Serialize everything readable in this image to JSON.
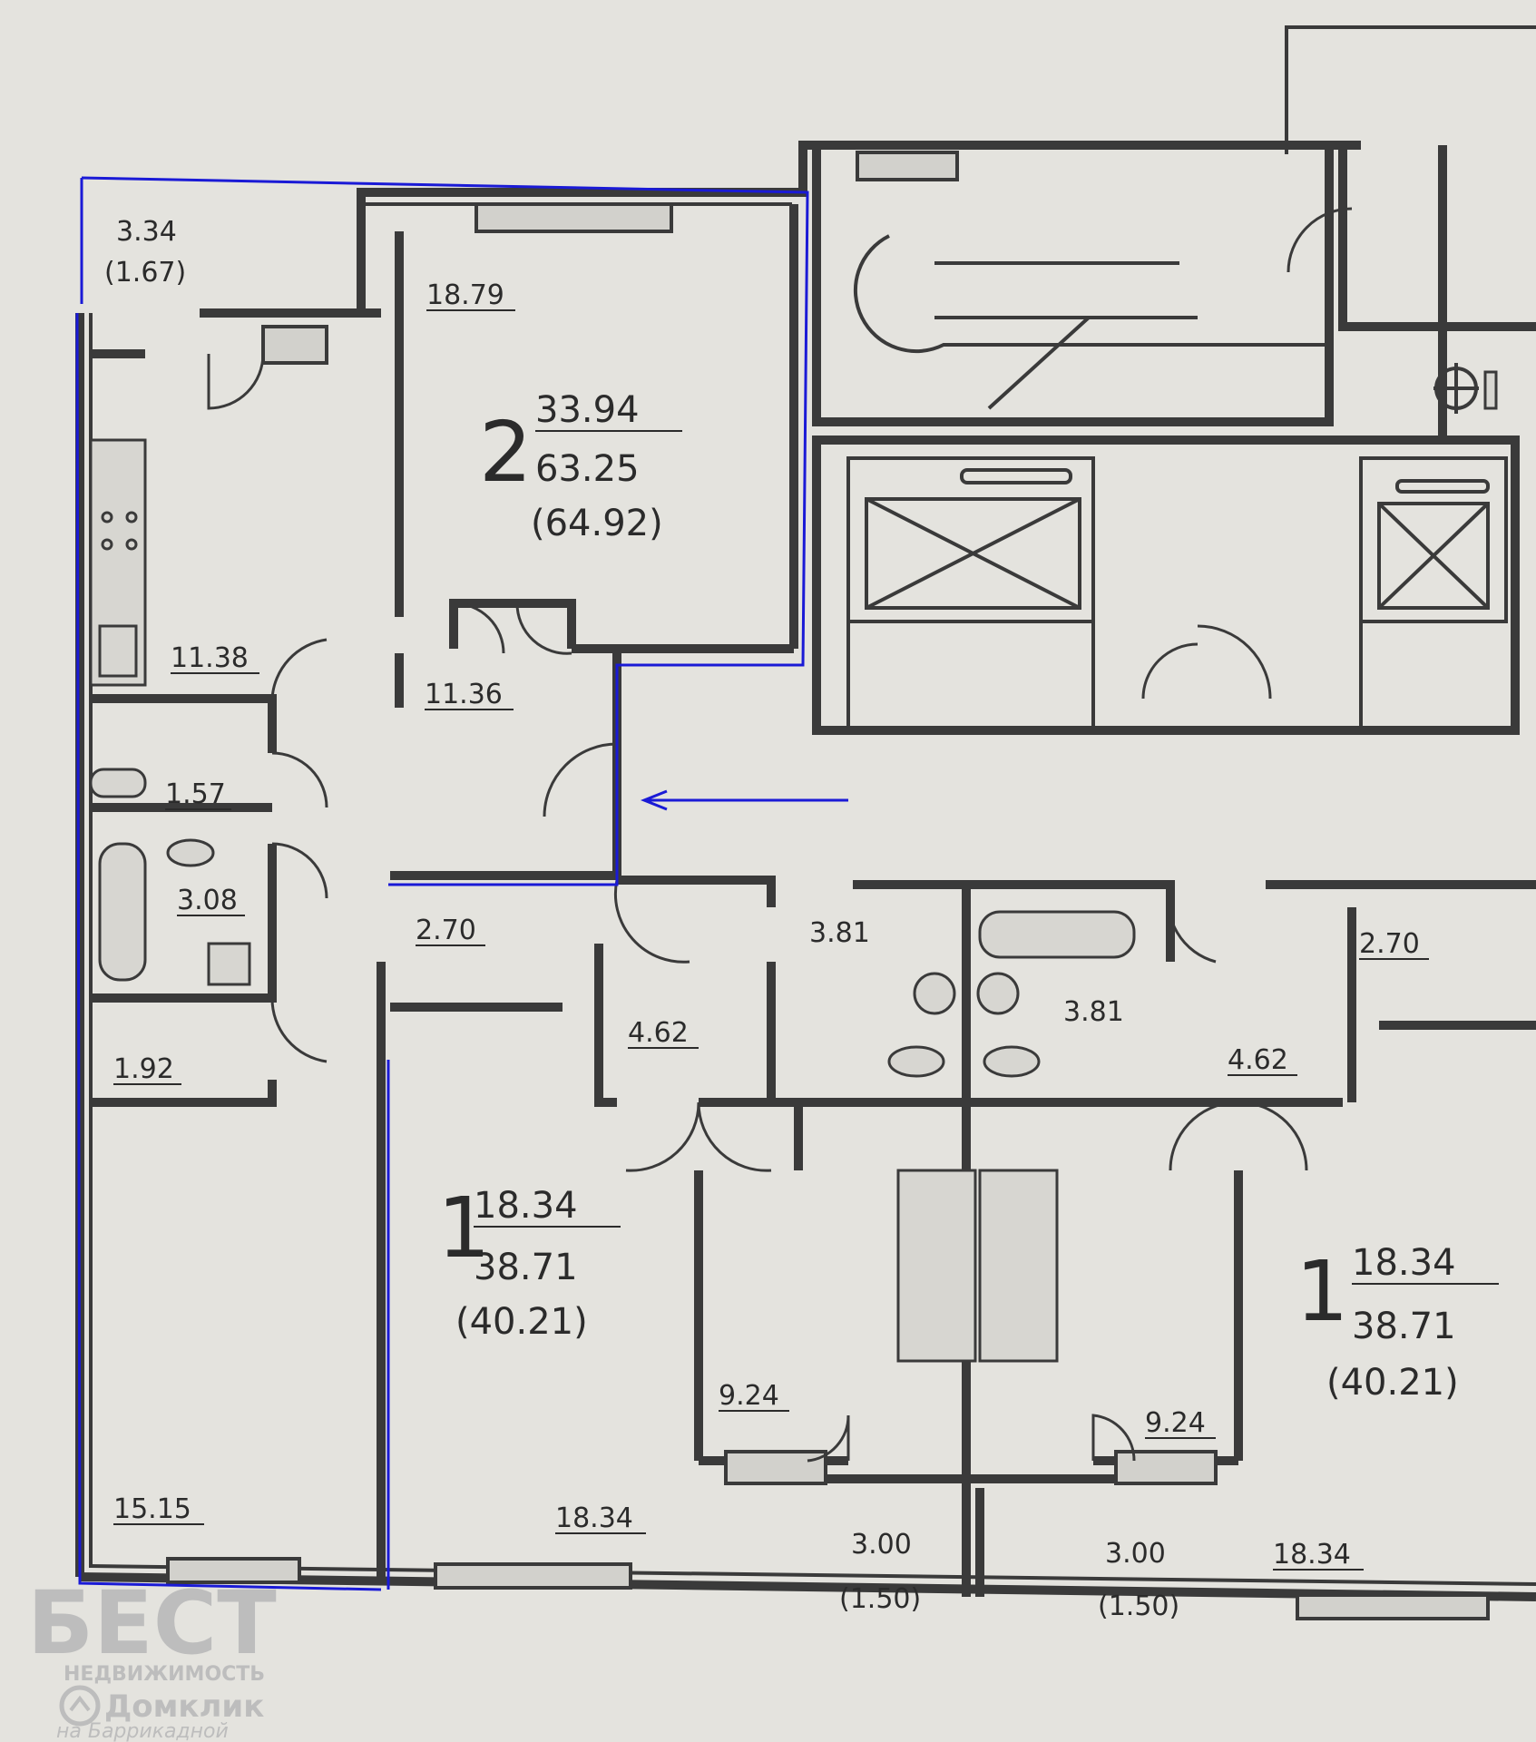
{
  "colors": {
    "paper": "#e4e3de",
    "ink": "#3a3a3a",
    "highlight": "#1a1ad6",
    "watermark": "#bdbdbd"
  },
  "apartments": [
    {
      "rooms": "2",
      "living": "33.94",
      "total": "63.25",
      "total_with_balcony": "(64.92)"
    },
    {
      "rooms": "1",
      "living": "18.34",
      "total": "38.71",
      "total_with_balcony": "(40.21)"
    },
    {
      "rooms": "1",
      "living": "18.34",
      "total": "38.71",
      "total_with_balcony": "(40.21)"
    }
  ],
  "areas": {
    "balcony_a": "3.34",
    "balcony_a_red": "(1.67)",
    "room_a": "18.79",
    "kitchen_a": "11.38",
    "hall_a": "11.36",
    "wc_a": "1.57",
    "bath_a": "3.08",
    "closet_a": "1.92",
    "room_a2": "15.15",
    "hall_b": "2.70",
    "corridor_b": "4.62",
    "bath_b": "3.81",
    "bath_c": "3.81",
    "hall_c": "2.70",
    "corridor_c": "4.62",
    "kitchen_b": "9.24",
    "kitchen_c": "9.24",
    "room_b": "18.34",
    "room_c": "18.34",
    "balcony_b": "3.00",
    "balcony_b_red": "(1.50)",
    "balcony_c": "3.00",
    "balcony_c_red": "(1.50)"
  },
  "watermark": {
    "brand": "БЕСТ",
    "sub": "НЕДВИЖИМОСТЬ",
    "service": "Домклик",
    "office": "на Баррикадной"
  },
  "icons": {
    "shaft": "shaft-symbol-icon",
    "electric": "electric-panel-icon",
    "arrow": "entrance-arrow-icon"
  }
}
